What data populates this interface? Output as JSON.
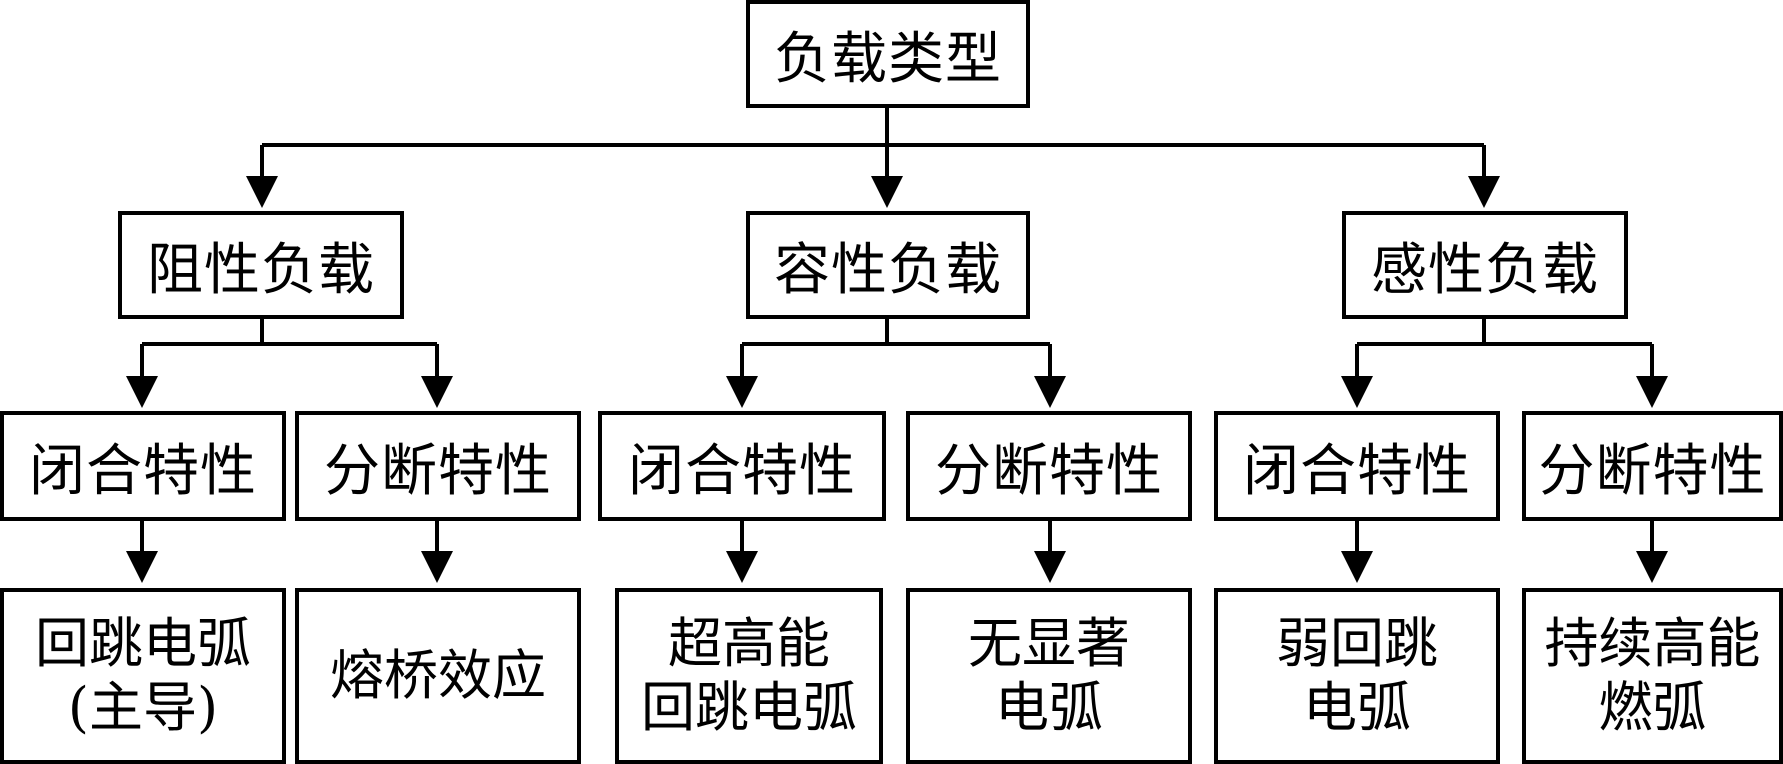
{
  "diagram": {
    "root": "负载类型",
    "categories": [
      {
        "label": "阻性负载",
        "children": [
          {
            "label": "闭合特性",
            "result": "回跳电弧\n(主导)"
          },
          {
            "label": "分断特性",
            "result": "熔桥效应"
          }
        ]
      },
      {
        "label": "容性负载",
        "children": [
          {
            "label": "闭合特性",
            "result": "超高能\n回跳电弧"
          },
          {
            "label": "分断特性",
            "result": "无显著\n电弧"
          }
        ]
      },
      {
        "label": "感性负载",
        "children": [
          {
            "label": "闭合特性",
            "result": "弱回跳\n电弧"
          },
          {
            "label": "分断特性",
            "result": "持续高能\n燃弧"
          }
        ]
      }
    ]
  },
  "colors": {
    "stroke": "#000000",
    "background": "#ffffff"
  }
}
